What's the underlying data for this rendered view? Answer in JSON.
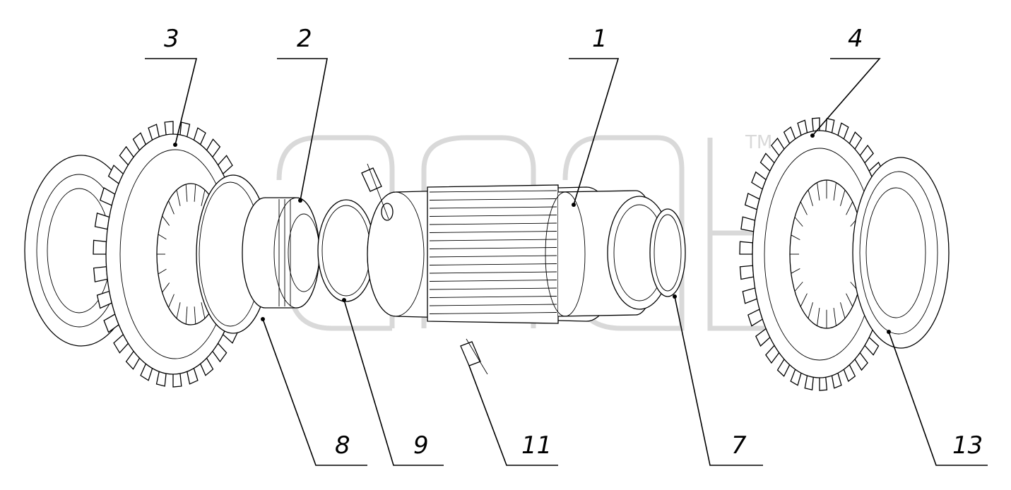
{
  "diagram": {
    "callouts": [
      {
        "id": "c3",
        "label": "3"
      },
      {
        "id": "c2",
        "label": "2"
      },
      {
        "id": "c1",
        "label": "1"
      },
      {
        "id": "c4",
        "label": "4"
      },
      {
        "id": "c8",
        "label": "8"
      },
      {
        "id": "c9",
        "label": "9"
      },
      {
        "id": "c11",
        "label": "11"
      },
      {
        "id": "c7",
        "label": "7"
      },
      {
        "id": "c13",
        "label": "13"
      }
    ],
    "watermark": "anab",
    "watermark_tm": "TM"
  }
}
